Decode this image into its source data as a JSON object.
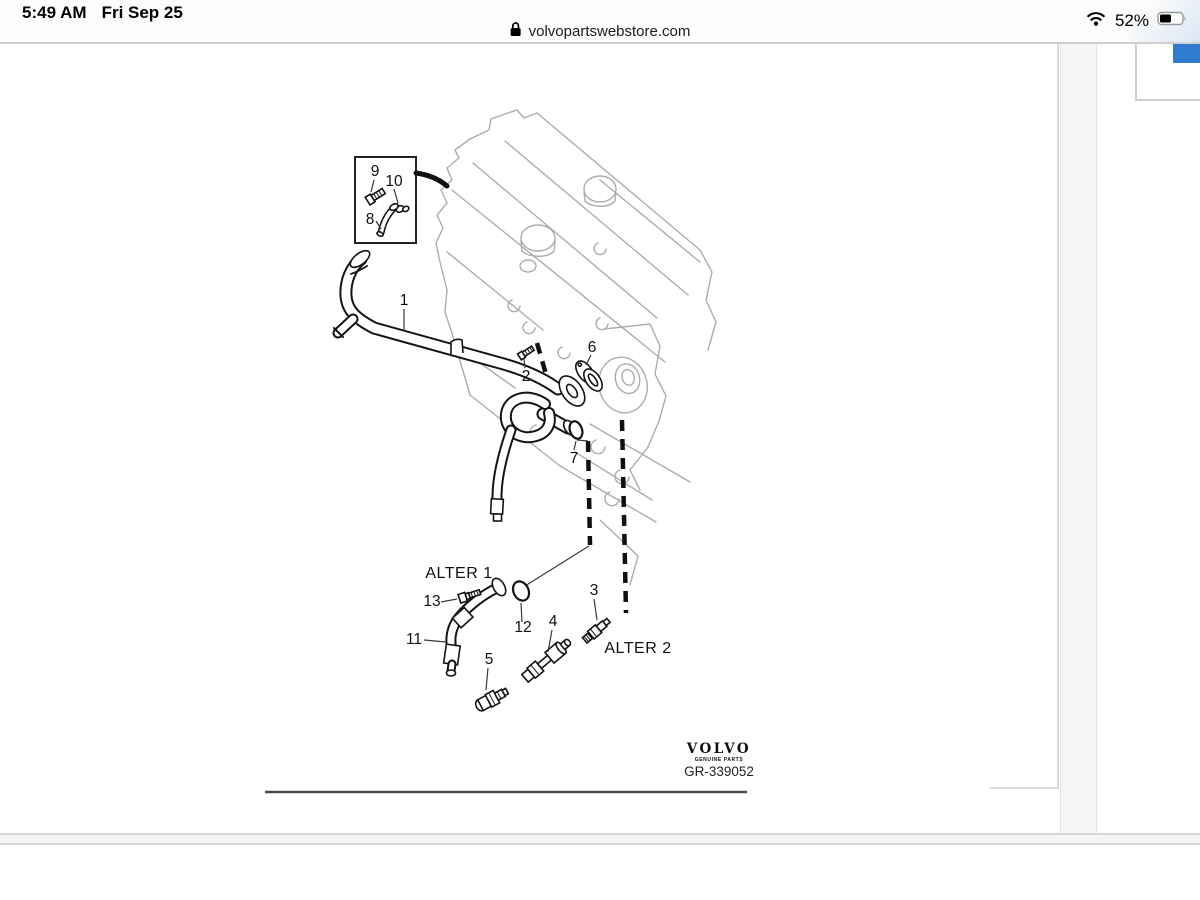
{
  "status": {
    "time": "5:49 AM",
    "date": "Fri Sep 25",
    "battery": "52%"
  },
  "address": {
    "domain": "volvopartswebstore.com"
  },
  "icons": {
    "lock": "lock-icon",
    "wifi": "wifi-icon",
    "battery": "battery-icon"
  },
  "diagram": {
    "callouts": {
      "n1": "1",
      "n2": "2",
      "n3": "3",
      "n4": "4",
      "n5": "5",
      "n6": "6",
      "n7": "7",
      "n8": "8",
      "n9": "9",
      "n10": "10",
      "n11": "11",
      "n12": "12",
      "n13": "13"
    },
    "alternates": {
      "alter1": "ALTER 1",
      "alter2": "ALTER 2"
    },
    "footer": {
      "brand": "VOLVO",
      "brand_sub": "GENUINE PARTS",
      "reference": "GR-339052"
    }
  },
  "colors": {
    "accent_blue": "#2e7bd0",
    "part_line": "#141414",
    "engine_line": "#acacac",
    "border_light": "#dadada"
  }
}
